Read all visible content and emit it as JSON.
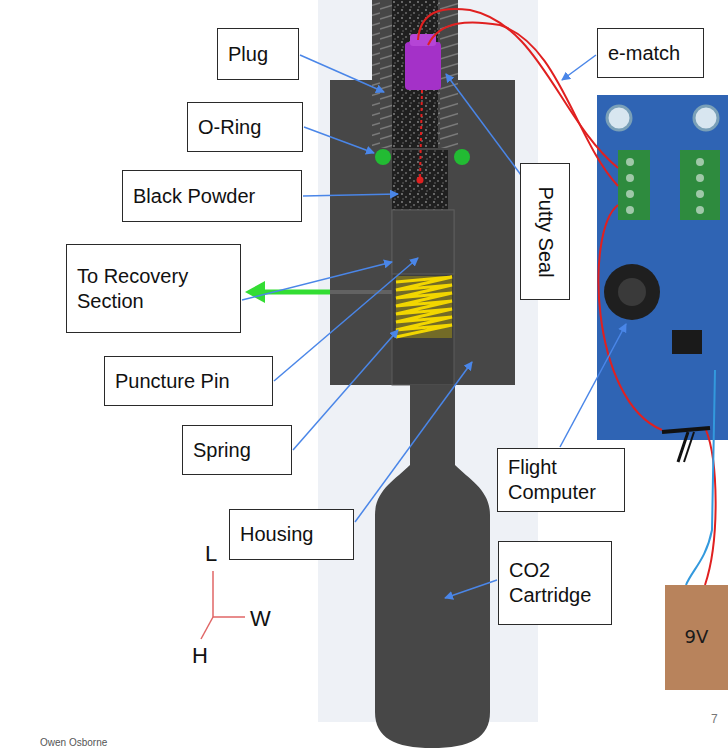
{
  "diagram": {
    "nodes": [
      {
        "text": [
          "Plug"
        ]
      },
      {
        "text": [
          "e-match"
        ]
      },
      {
        "text": [
          "O-Ring"
        ]
      },
      {
        "text": [
          "Putty Seal"
        ]
      },
      {
        "text": [
          "Black Powder"
        ]
      },
      {
        "text": [
          "To Recovery Section"
        ]
      },
      {
        "text": [
          "Puncture Pin"
        ]
      },
      {
        "text": [
          "Spring"
        ]
      },
      {
        "text": [
          "Flight Computer"
        ]
      },
      {
        "text": [
          "Housing"
        ]
      },
      {
        "text": [
          "CO2 Cartridge"
        ]
      },
      {
        "text": [
          "9V"
        ]
      }
    ],
    "labels": [
      "L",
      "W",
      "H",
      "7",
      "Owen Osborne"
    ]
  }
}
